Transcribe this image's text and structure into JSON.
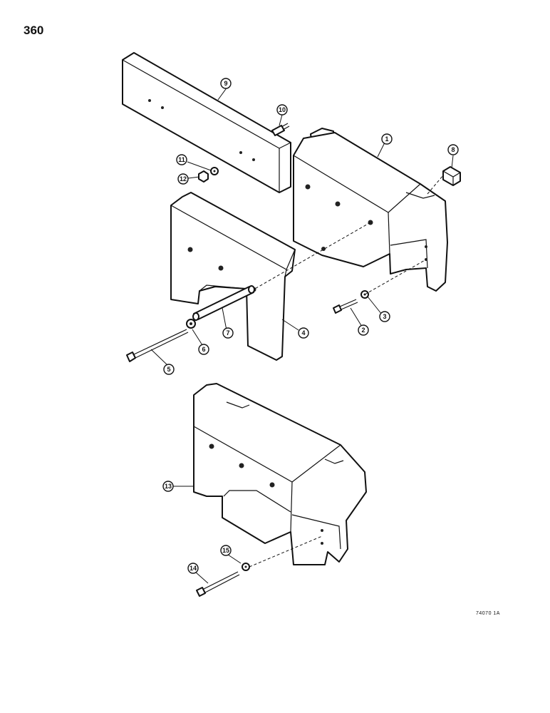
{
  "page": {
    "number": "360",
    "drawing_code": "74070 1A"
  },
  "callouts": [
    {
      "id": "c1",
      "label": "1"
    },
    {
      "id": "c2",
      "label": "2"
    },
    {
      "id": "c3",
      "label": "3"
    },
    {
      "id": "c4",
      "label": "4"
    },
    {
      "id": "c5",
      "label": "5"
    },
    {
      "id": "c6",
      "label": "6"
    },
    {
      "id": "c7",
      "label": "7"
    },
    {
      "id": "c8",
      "label": "8"
    },
    {
      "id": "c9",
      "label": "9"
    },
    {
      "id": "c10",
      "label": "10"
    },
    {
      "id": "c11",
      "label": "11"
    },
    {
      "id": "c12",
      "label": "12"
    },
    {
      "id": "c13",
      "label": "13"
    },
    {
      "id": "c14",
      "label": "14"
    },
    {
      "id": "c15",
      "label": "15"
    }
  ]
}
